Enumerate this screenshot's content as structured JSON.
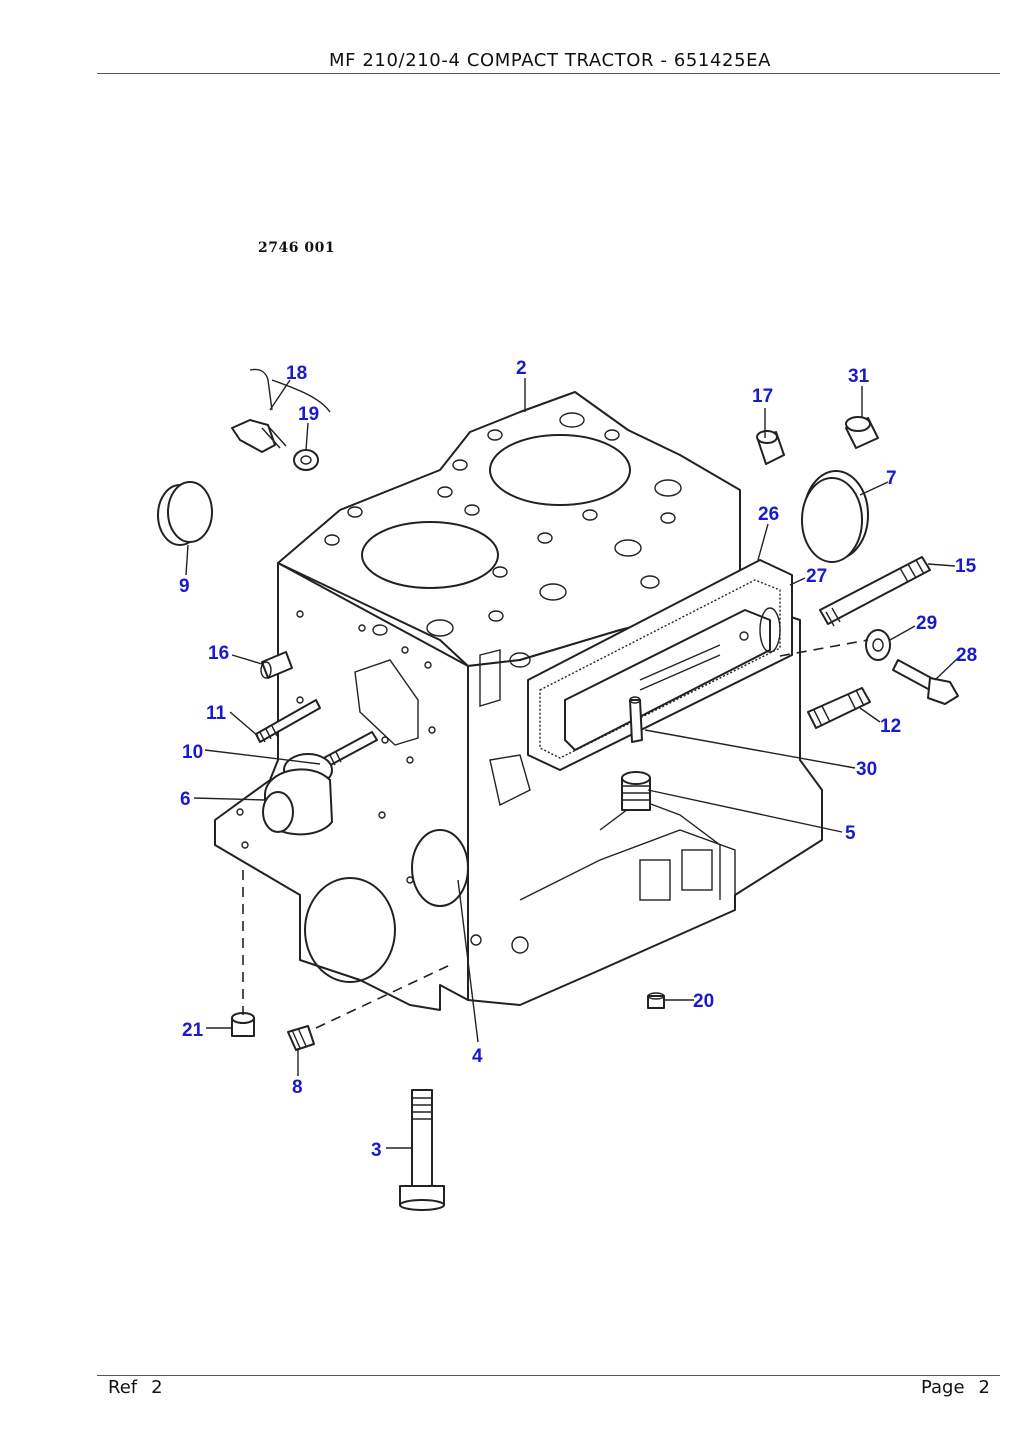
{
  "header": {
    "title": "MF 210/210-4 COMPACT TRACTOR - 651425EA"
  },
  "drawing": {
    "code": "2746 001"
  },
  "callouts": [
    "18",
    "2",
    "17",
    "31",
    "19",
    "7",
    "26",
    "9",
    "27",
    "15",
    "16",
    "29",
    "28",
    "11",
    "12",
    "10",
    "30",
    "6",
    "5",
    "4",
    "20",
    "21",
    "8",
    "3"
  ],
  "footer": {
    "ref_label": "Ref",
    "ref_value": "2",
    "page_label": "Page",
    "page_value": "2"
  }
}
